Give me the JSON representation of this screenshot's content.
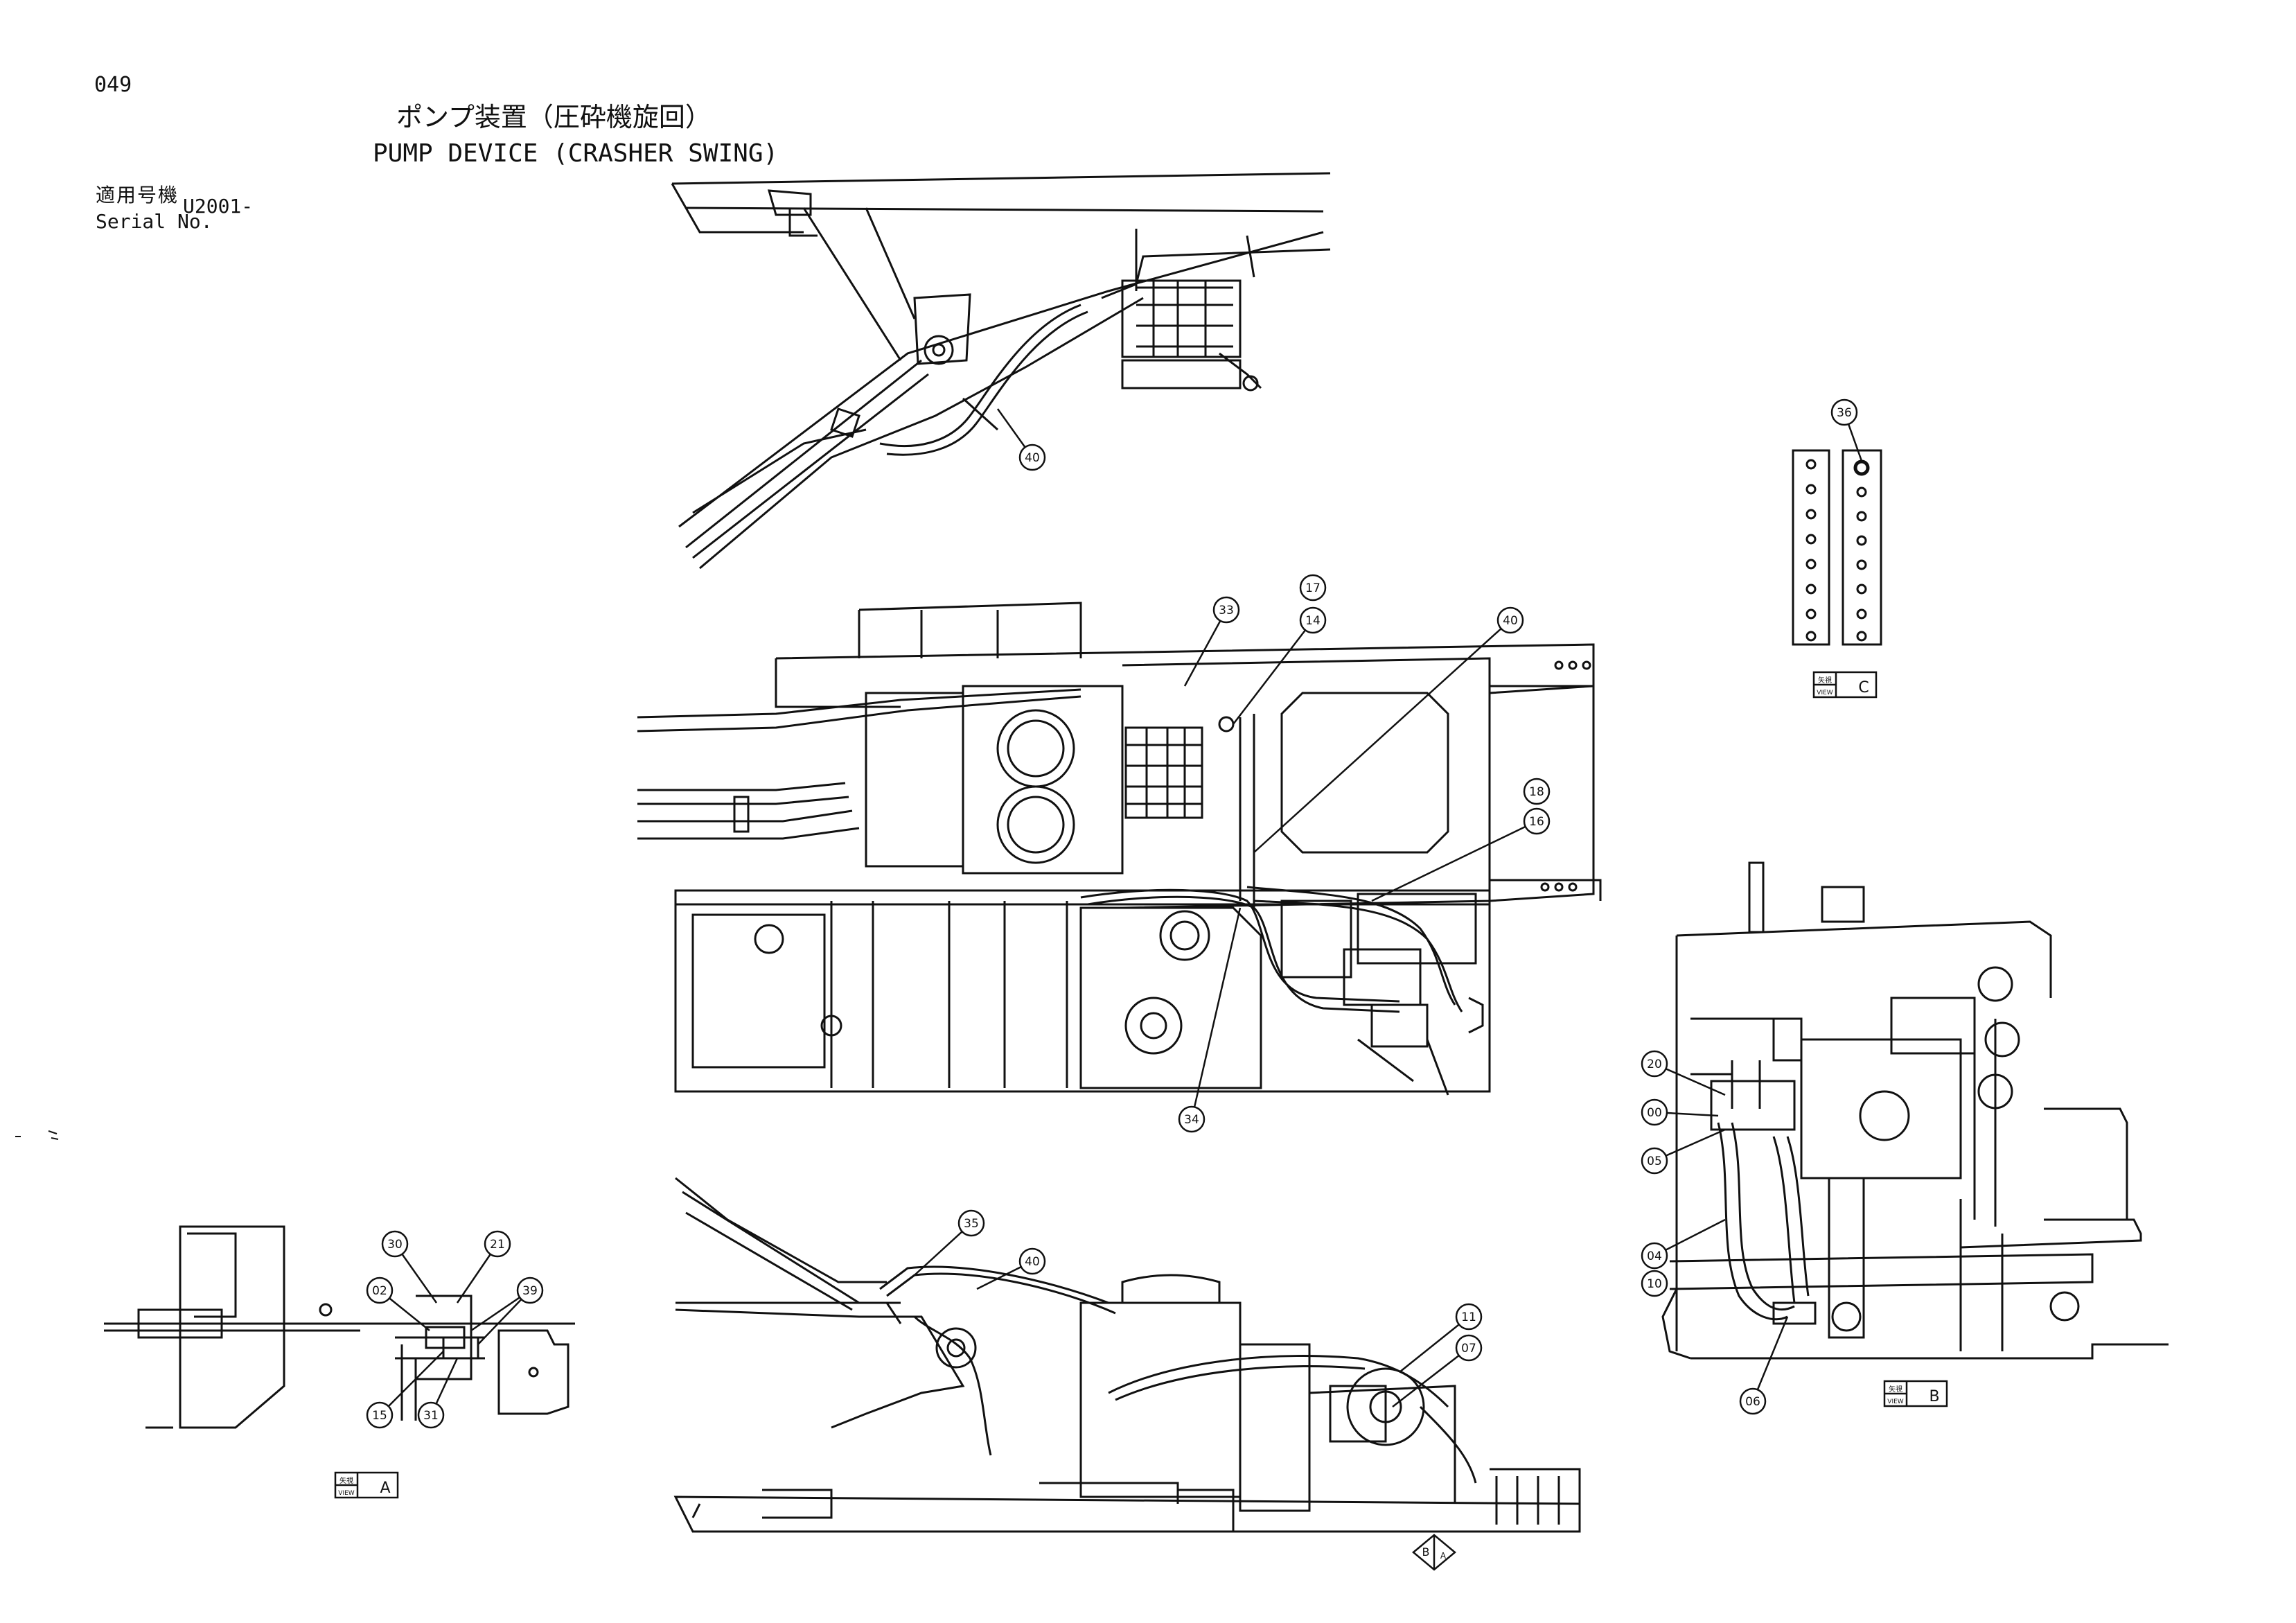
{
  "header": {
    "page_number": "049",
    "title_jp": "ポンプ装置（圧砕機旋回）",
    "title_en": "PUMP DEVICE (CRASHER SWING)",
    "serial_label_jp": "適用号機",
    "serial_label_en": "Serial No.",
    "serial_value": "U2001-"
  },
  "callouts": {
    "top": [
      "40"
    ],
    "middle": [
      "33",
      "17",
      "14",
      "40",
      "18",
      "16",
      "34"
    ],
    "view_c": [
      "36"
    ],
    "view_b": [
      "20",
      "00",
      "05",
      "04",
      "10",
      "06"
    ],
    "view_a": [
      "30",
      "21",
      "39",
      "02",
      "15",
      "31"
    ],
    "bottom": [
      "35",
      "40",
      "11",
      "07"
    ]
  },
  "view_tags": {
    "kanji": "矢視",
    "word": "VIEW",
    "a": "A",
    "b": "B",
    "c": "C"
  },
  "section_mark": {
    "upper": "B",
    "lower": "A"
  }
}
